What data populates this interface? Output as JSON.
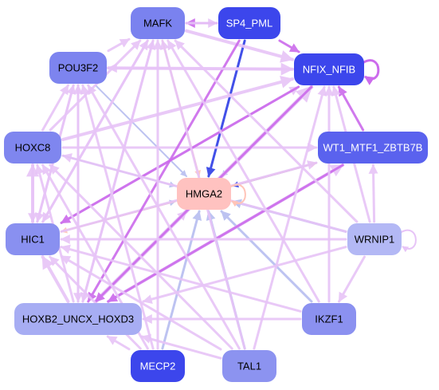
{
  "colors": {
    "background": "#ffffff",
    "edge_light_violet": "#e7c4f7",
    "edge_violet": "#cc6bec",
    "edge_periwinkle": "#b6bdf0",
    "edge_blue": "#2e3ee6",
    "edge_peach": "#ffc4b8"
  },
  "nodes": [
    {
      "id": "MAFK",
      "label": "MAFK",
      "fill": "#7a82ef",
      "text_color": "#000000"
    },
    {
      "id": "SP4_PML",
      "label": "SP4_PML",
      "fill": "#3c46ec",
      "text_color": "#ffffff"
    },
    {
      "id": "POU3F2",
      "label": "POU3F2",
      "fill": "#7d84ef",
      "text_color": "#000000"
    },
    {
      "id": "NFIX_NFIB",
      "label": "NFIX_NFIB",
      "fill": "#3c46ec",
      "text_color": "#ffffff"
    },
    {
      "id": "HOXC8",
      "label": "HOXC8",
      "fill": "#7f86ef",
      "text_color": "#000000"
    },
    {
      "id": "WT1_MTF1_ZBTB7B",
      "label": "WT1_MTF1_ZBTB7B",
      "fill": "#5a62ee",
      "text_color": "#ffffff"
    },
    {
      "id": "HMGA2",
      "label": "HMGA2",
      "fill": "#ffc2c0",
      "text_color": "#000000"
    },
    {
      "id": "HIC1",
      "label": "HIC1",
      "fill": "#8990f0",
      "text_color": "#000000"
    },
    {
      "id": "WRNIP1",
      "label": "WRNIP1",
      "fill": "#b3b8f5",
      "text_color": "#000000"
    },
    {
      "id": "HOXB2_UNCX_HOXD3",
      "label": "HOXB2_UNCX_HOXD3",
      "fill": "#a7adf3",
      "text_color": "#000000"
    },
    {
      "id": "IKZF1",
      "label": "IKZF1",
      "fill": "#8b91f0",
      "text_color": "#000000"
    },
    {
      "id": "MECP2",
      "label": "MECP2",
      "fill": "#3c46ec",
      "text_color": "#ffffff"
    },
    {
      "id": "TAL1",
      "label": "TAL1",
      "fill": "#8c93f0",
      "text_color": "#000000"
    }
  ],
  "edges": [
    {
      "from": "SP4_PML",
      "to": "HMGA2",
      "color": "edge_blue",
      "weight": 3
    },
    {
      "from": "MAFK",
      "to": "HMGA2",
      "color": "edge_peach",
      "weight": 2
    },
    {
      "from": "NFIX_NFIB",
      "to": "HMGA2",
      "color": "edge_periwinkle",
      "weight": 2
    },
    {
      "from": "WT1_MTF1_ZBTB7B",
      "to": "HMGA2",
      "color": "edge_blue",
      "weight": 2
    },
    {
      "from": "WRNIP1",
      "to": "HMGA2",
      "color": "edge_periwinkle",
      "weight": 3
    },
    {
      "from": "IKZF1",
      "to": "HMGA2",
      "color": "edge_periwinkle",
      "weight": 3
    },
    {
      "from": "TAL1",
      "to": "HMGA2",
      "color": "edge_periwinkle",
      "weight": 3
    },
    {
      "from": "MECP2",
      "to": "HMGA2",
      "color": "edge_periwinkle",
      "weight": 3
    },
    {
      "from": "HOXB2_UNCX_HOXD3",
      "to": "HMGA2",
      "color": "edge_light_violet",
      "weight": 3
    },
    {
      "from": "HOXC8",
      "to": "HMGA2",
      "color": "edge_periwinkle",
      "weight": 2
    },
    {
      "from": "POU3F2",
      "to": "HMGA2",
      "color": "edge_periwinkle",
      "weight": 2
    },
    {
      "from": "HIC1",
      "to": "HMGA2",
      "color": "edge_periwinkle",
      "weight": 2
    },
    {
      "from": "HMGA2",
      "to": "HIC1",
      "color": "edge_peach",
      "weight": 2
    },
    {
      "from": "HMGA2",
      "to": "HOXB2_UNCX_HOXD3",
      "color": "edge_peach",
      "weight": 2
    },
    {
      "from": "HMGA2",
      "to": "WT1_MTF1_ZBTB7B",
      "color": "edge_peach",
      "weight": 2
    },
    {
      "from": "WT1_MTF1_ZBTB7B",
      "to": "NFIX_NFIB",
      "color": "edge_violet",
      "weight": 3
    },
    {
      "from": "SP4_PML",
      "to": "MAFK",
      "color": "edge_violet",
      "weight": 3
    },
    {
      "from": "MAFK",
      "to": "SP4_PML",
      "color": "edge_light_violet",
      "weight": 3
    },
    {
      "from": "MAFK",
      "to": "NFIX_NFIB",
      "color": "edge_light_violet",
      "weight": 4
    },
    {
      "from": "SP4_PML",
      "to": "NFIX_NFIB",
      "color": "edge_violet",
      "weight": 3
    },
    {
      "from": "POU3F2",
      "to": "NFIX_NFIB",
      "color": "edge_light_violet",
      "weight": 4
    },
    {
      "from": "POU3F2",
      "to": "MAFK",
      "color": "edge_light_violet",
      "weight": 3
    },
    {
      "from": "HOXC8",
      "to": "NFIX_NFIB",
      "color": "edge_light_violet",
      "weight": 4
    },
    {
      "from": "HOXC8",
      "to": "MAFK",
      "color": "edge_light_violet",
      "weight": 3
    },
    {
      "from": "HOXC8",
      "to": "POU3F2",
      "color": "edge_light_violet",
      "weight": 3
    },
    {
      "from": "HOXC8",
      "to": "WT1_MTF1_ZBTB7B",
      "color": "edge_light_violet",
      "weight": 3
    },
    {
      "from": "HIC1",
      "to": "HOXC8",
      "color": "edge_light_violet",
      "weight": 4
    },
    {
      "from": "HOXC8",
      "to": "HIC1",
      "color": "edge_light_violet",
      "weight": 3
    },
    {
      "from": "HIC1",
      "to": "NFIX_NFIB",
      "color": "edge_light_violet",
      "weight": 3
    },
    {
      "from": "HIC1",
      "to": "MAFK",
      "color": "edge_light_violet",
      "weight": 3
    },
    {
      "from": "HIC1",
      "to": "POU3F2",
      "color": "edge_light_violet",
      "weight": 3
    },
    {
      "from": "HIC1",
      "to": "WT1_MTF1_ZBTB7B",
      "color": "edge_light_violet",
      "weight": 3
    },
    {
      "from": "NFIX_NFIB",
      "to": "HIC1",
      "color": "edge_violet",
      "weight": 3
    },
    {
      "from": "HOXB2_UNCX_HOXD3",
      "to": "NFIX_NFIB",
      "color": "edge_light_violet",
      "weight": 5
    },
    {
      "from": "HOXB2_UNCX_HOXD3",
      "to": "MAFK",
      "color": "edge_light_violet",
      "weight": 3
    },
    {
      "from": "HOXB2_UNCX_HOXD3",
      "to": "POU3F2",
      "color": "edge_light_violet",
      "weight": 3
    },
    {
      "from": "HOXB2_UNCX_HOXD3",
      "to": "HOXC8",
      "color": "edge_light_violet",
      "weight": 3
    },
    {
      "from": "HOXB2_UNCX_HOXD3",
      "to": "HIC1",
      "color": "edge_light_violet",
      "weight": 4
    },
    {
      "from": "HOXB2_UNCX_HOXD3",
      "to": "WT1_MTF1_ZBTB7B",
      "color": "edge_light_violet",
      "weight": 4
    },
    {
      "from": "NFIX_NFIB",
      "to": "HOXB2_UNCX_HOXD3",
      "color": "edge_violet",
      "weight": 3
    },
    {
      "from": "SP4_PML",
      "to": "HOXB2_UNCX_HOXD3",
      "color": "edge_violet",
      "weight": 3
    },
    {
      "from": "WT1_MTF1_ZBTB7B",
      "to": "HOXB2_UNCX_HOXD3",
      "color": "edge_violet",
      "weight": 3
    },
    {
      "from": "WRNIP1",
      "to": "HOXB2_UNCX_HOXD3",
      "color": "edge_light_violet",
      "weight": 3
    },
    {
      "from": "WRNIP1",
      "to": "HIC1",
      "color": "edge_light_violet",
      "weight": 3
    },
    {
      "from": "WRNIP1",
      "to": "HOXC8",
      "color": "edge_light_violet",
      "weight": 3
    },
    {
      "from": "WRNIP1",
      "to": "MAFK",
      "color": "edge_light_violet",
      "weight": 3
    },
    {
      "from": "WRNIP1",
      "to": "NFIX_NFIB",
      "color": "edge_light_violet",
      "weight": 3
    },
    {
      "from": "WRNIP1",
      "to": "IKZF1",
      "color": "edge_light_violet",
      "weight": 3
    },
    {
      "from": "WRNIP1",
      "to": "WT1_MTF1_ZBTB7B",
      "color": "edge_light_violet",
      "weight": 3
    },
    {
      "from": "IKZF1",
      "to": "HOXB2_UNCX_HOXD3",
      "color": "edge_light_violet",
      "weight": 3
    },
    {
      "from": "IKZF1",
      "to": "NFIX_NFIB",
      "color": "edge_light_violet",
      "weight": 3
    },
    {
      "from": "IKZF1",
      "to": "MAFK",
      "color": "edge_light_violet",
      "weight": 3
    },
    {
      "from": "IKZF1",
      "to": "HIC1",
      "color": "edge_light_violet",
      "weight": 3
    },
    {
      "from": "TAL1",
      "to": "HOXB2_UNCX_HOXD3",
      "color": "edge_light_violet",
      "weight": 3
    },
    {
      "from": "TAL1",
      "to": "NFIX_NFIB",
      "color": "edge_light_violet",
      "weight": 3
    },
    {
      "from": "TAL1",
      "to": "MAFK",
      "color": "edge_light_violet",
      "weight": 3
    },
    {
      "from": "TAL1",
      "to": "HIC1",
      "color": "edge_light_violet",
      "weight": 3
    },
    {
      "from": "TAL1",
      "to": "POU3F2",
      "color": "edge_light_violet",
      "weight": 3
    },
    {
      "from": "TAL1",
      "to": "HOXC8",
      "color": "edge_light_violet",
      "weight": 3
    },
    {
      "from": "MECP2",
      "to": "MAFK",
      "color": "edge_light_violet",
      "weight": 3
    },
    {
      "from": "MECP2",
      "to": "POU3F2",
      "color": "edge_light_violet",
      "weight": 3
    },
    {
      "from": "MECP2",
      "to": "HOXB2_UNCX_HOXD3",
      "color": "edge_light_violet",
      "weight": 3
    },
    {
      "from": "MECP2",
      "to": "HIC1",
      "color": "edge_light_violet",
      "weight": 3
    },
    {
      "from": "MECP2",
      "to": "HOXC8",
      "color": "edge_light_violet",
      "weight": 3
    },
    {
      "from": "POU3F2",
      "to": "HOXB2_UNCX_HOXD3",
      "color": "edge_light_violet",
      "weight": 3
    },
    {
      "from": "POU3F2",
      "to": "HIC1",
      "color": "edge_light_violet",
      "weight": 3
    },
    {
      "from": "MAFK",
      "to": "HOXB2_UNCX_HOXD3",
      "color": "edge_light_violet",
      "weight": 3
    },
    {
      "from": "MAFK",
      "to": "HIC1",
      "color": "edge_light_violet",
      "weight": 3
    },
    {
      "from": "NFIX_NFIB",
      "to": "POU3F2",
      "color": "edge_light_violet",
      "weight": 3
    }
  ],
  "self_loops": [
    {
      "node": "NFIX_NFIB",
      "color": "edge_violet",
      "weight": 3
    },
    {
      "node": "HMGA2",
      "color": "edge_peach",
      "weight": 2
    },
    {
      "node": "WRNIP1",
      "color": "edge_light_violet",
      "weight": 2
    }
  ]
}
